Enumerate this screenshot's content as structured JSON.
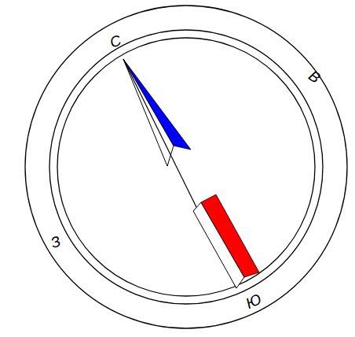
{
  "diagram": {
    "labels": [
      "С",
      "В",
      "З",
      "Ю"
    ]
  }
}
